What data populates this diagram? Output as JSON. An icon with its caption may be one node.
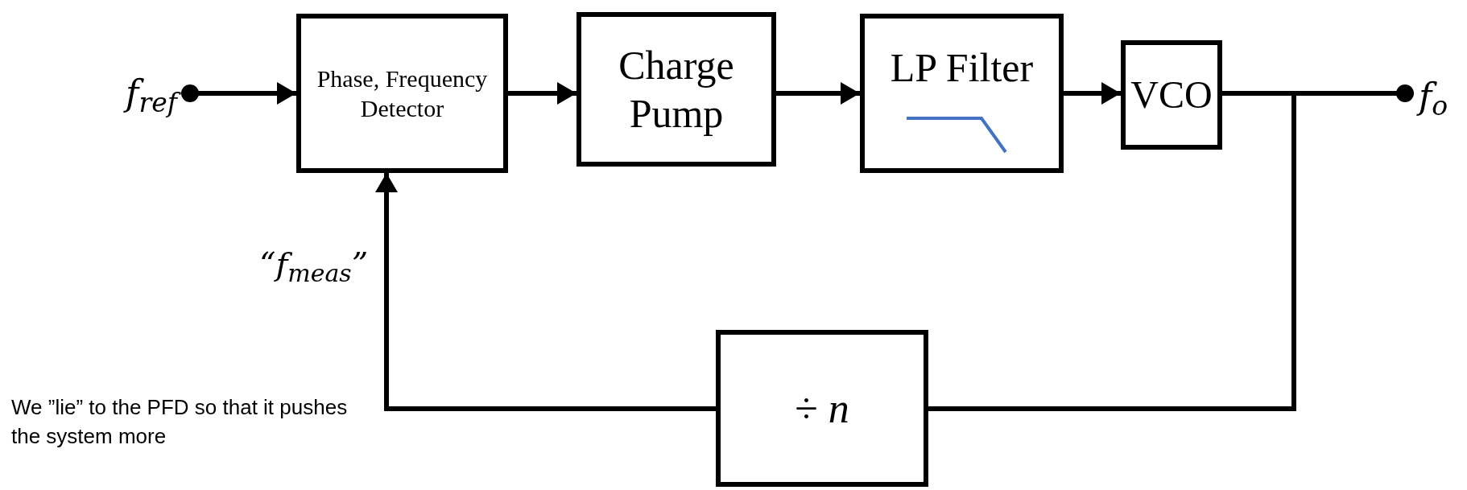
{
  "diagram": {
    "nodes": [
      {
        "text": [
          "f$_{ref}$"
        ]
      },
      {
        "text": [
          "Phase, Frequency Detector"
        ]
      },
      {
        "text": [
          "Charge Pump"
        ]
      },
      {
        "text": [
          "LP Filter"
        ]
      },
      {
        "text": [
          "VCO"
        ]
      },
      {
        "text": [
          "f$_{o}$"
        ]
      },
      {
        "text": [
          "÷ *n*"
        ]
      }
    ],
    "edges": [
      {
        "from": 0,
        "to": 1,
        "arrow": "to"
      },
      {
        "from": 1,
        "to": 2,
        "arrow": "to"
      },
      {
        "from": 2,
        "to": 3,
        "arrow": "to"
      },
      {
        "from": 3,
        "to": 4,
        "arrow": "to"
      },
      {
        "from": 4,
        "to": 5,
        "arrow": "other"
      },
      {
        "from": 4,
        "to": 6,
        "arrow": "none"
      },
      {
        "from": 6,
        "to": 1,
        "arrow": "to",
        "label": "“f$_{meas}$”"
      }
    ],
    "labels": [
      "We ”lie” to the PFD so that it pushes the system more"
    ]
  }
}
